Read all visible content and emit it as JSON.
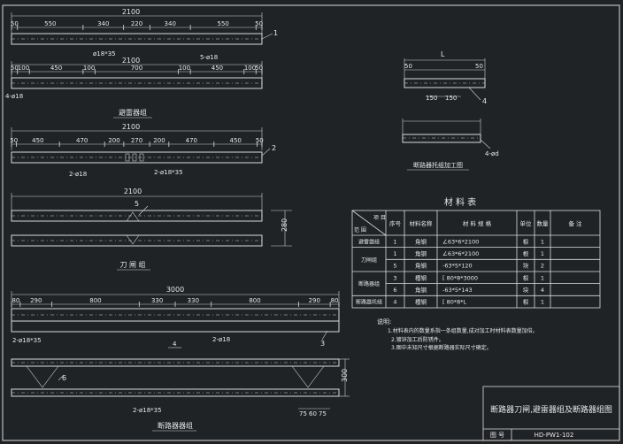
{
  "drawing": {
    "view_avoid": {
      "label": "避雷器组",
      "overall": "2100",
      "dims": [
        "50",
        "550",
        "340",
        "220",
        "340",
        "550",
        "50"
      ],
      "hole_label": "ø18*35",
      "hole_label2": "5-ø18",
      "callout": "1"
    },
    "view_avoid2": {
      "overall": "2100",
      "dims": [
        "50",
        "100",
        "450",
        "100",
        "700",
        "100",
        "450",
        "100",
        "50"
      ],
      "hole_label": "4-ø18"
    },
    "view_breaker": {
      "label": "断路器托组加工图",
      "dim_l": "L",
      "dims_top": [
        "50",
        "50"
      ],
      "dims_bottom": [
        "150",
        "150"
      ],
      "callout": "4",
      "hole_label": "4-ød"
    },
    "view_knife": {
      "label": "刀 闸 组",
      "overall": "2100",
      "dims": [
        "50",
        "450",
        "470",
        "200",
        "270",
        "200",
        "470",
        "450",
        "50"
      ],
      "hole_label": "2-ø18",
      "hole_label2": "2-ø18*35",
      "callout": "2"
    },
    "view_knife2": {
      "overall": "2100",
      "side_dim": "280",
      "callout": "5"
    },
    "view_breaker_group": {
      "label": "断路器器组",
      "overall": "3000",
      "dims": [
        "80",
        "290",
        "800",
        "330",
        "330",
        "800",
        "290",
        "80"
      ],
      "hole_label": "2-ø18*35",
      "hole_label2": "2-ø18",
      "hole_label3": "2-ø18*35",
      "callouts": [
        "3",
        "6"
      ],
      "side_dim": "300",
      "bottom_dims": [
        "75",
        "60",
        "75"
      ],
      "small_dim": "4"
    }
  },
  "material_table": {
    "title": "材 料 表",
    "header": {
      "diag_top": "项 目",
      "diag_bottom": "范 围",
      "cols": [
        "序号",
        "材料名称",
        "材 料 规 格",
        "单位",
        "数量",
        "备  注"
      ]
    },
    "rows": [
      {
        "group": "避雷器组",
        "no": "1",
        "name": "角钢",
        "spec": "∠63*6*2100",
        "unit": "根",
        "qty": "1",
        "note": ""
      },
      {
        "group": "刀闸组",
        "no": "1",
        "name": "角钢",
        "spec": "∠63*6*2100",
        "unit": "根",
        "qty": "1",
        "note": ""
      },
      {
        "group": "",
        "no": "5",
        "name": "角钢",
        "spec": "-63*5*120",
        "unit": "块",
        "qty": "2",
        "note": ""
      },
      {
        "group": "断路器组",
        "no": "3",
        "name": "槽钢",
        "spec": "[ 80*8*3000",
        "unit": "根",
        "qty": "1",
        "note": ""
      },
      {
        "group": "",
        "no": "6",
        "name": "角钢",
        "spec": "-63*5*143",
        "unit": "块",
        "qty": "4",
        "note": ""
      },
      {
        "group": "断路器托组",
        "no": "4",
        "name": "槽钢",
        "spec": "[  80*8*L",
        "unit": "根",
        "qty": "1",
        "note": ""
      }
    ]
  },
  "notes": {
    "title": "说明:",
    "items": [
      "1.材料表内的数量系指一条组数量,成对加工时材料表数量加倍。",
      "2.镀锌加工后防锈件。",
      "3.图中未知尺寸根据断路器实际尺寸确定。"
    ]
  },
  "title_block": {
    "title": "断路器刀闸,避雷器组及断路器组图",
    "drawing_no_label": "图  号",
    "drawing_no": "HD-PW1-102"
  }
}
